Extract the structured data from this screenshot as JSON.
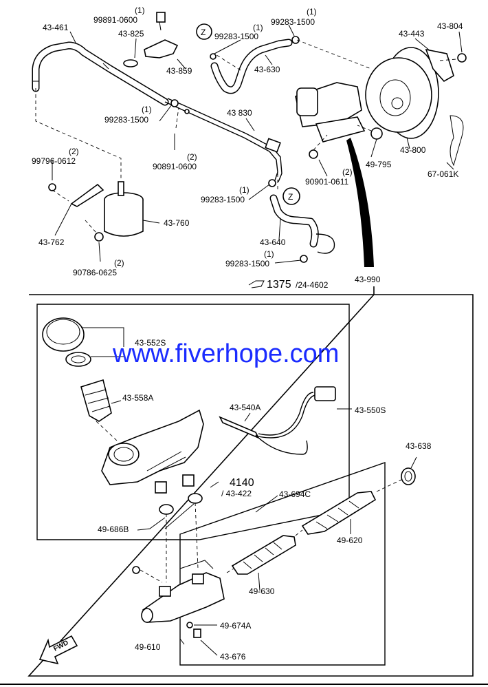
{
  "diagram": {
    "labels": {
      "p43_461": "43-461",
      "p99891_qty": "(1)",
      "p99891": "99891-0600",
      "p43_825": "43-825",
      "p43_859": "43-859",
      "pZ1": "Z",
      "p99283a_qty": "(1)",
      "p99283a": "99283-1500",
      "p99283b_qty": "(1)",
      "p99283b": "99283-1500",
      "p43_630": "43-630",
      "p43_443": "43-443",
      "p43_804": "43-804",
      "p99283c_qty": "(1)",
      "p99283c": "99283-1500",
      "p43_830": "43 830",
      "p90891_qty": "(2)",
      "p90891": "90891-0600",
      "p43_800": "43-800",
      "p49_795": "49-795",
      "p67_061k": "67-061K",
      "p90901_qty": "(2)",
      "p90901": "90901-0611",
      "p99796_qty": "(2)",
      "p99796": "99796-0612",
      "p43_762": "43-762",
      "p43_760": "43-760",
      "p99283d_qty": "(1)",
      "p99283d": "99283-1500",
      "pZ2": "Z",
      "p43_640": "43-640",
      "p90786_qty": "(2)",
      "p90786": "90786-0625",
      "p99283e_qty": "(1)",
      "p99283e": "99283-1500",
      "ref1375": "1375",
      "ref1375b": "/24-4602",
      "p43_990": "43-990",
      "p43_552s": "43-552S",
      "p43_558a": "43-558A",
      "p43_540a": "43-540A",
      "p43_550s": "43-550S",
      "p43_638": "43-638",
      "ref4140": "4140",
      "ref4140b": "/ 43-422",
      "p43_694c": "43-694C",
      "p49_686b": "49-686B",
      "p49_620": "49-620",
      "p49_630": "49-630",
      "p49_674a": "49-674A",
      "p49_610": "49-610",
      "p43_676": "43-676",
      "fwd": "FWD"
    },
    "watermark": "www.fiverhope.com"
  }
}
